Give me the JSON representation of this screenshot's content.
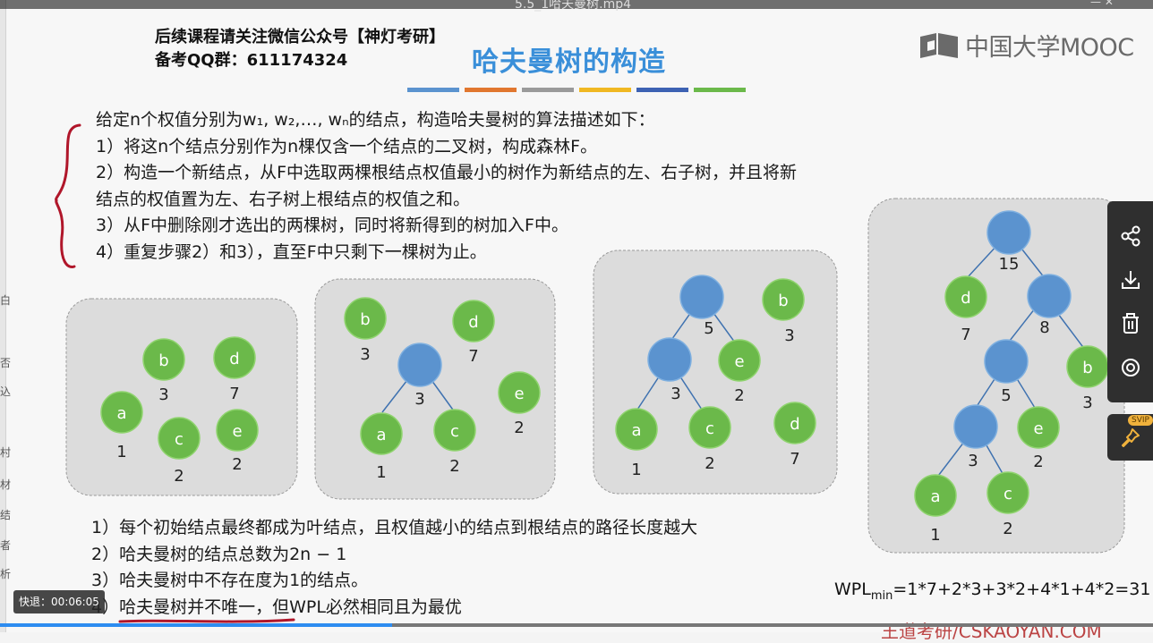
{
  "video": {
    "title": "5.5_1哈夫曼树.mp4",
    "speed_badge": "快退：00:06:05",
    "progress": 0.34
  },
  "header": {
    "notice_line1": "后续课程请关注微信公众号【神灯考研】",
    "notice_line2": "备考QQ群：611174324",
    "title": "哈夫曼树的构造",
    "logo_text": "中国大学MOOC"
  },
  "colors": {
    "title": "#3a8fd9",
    "leaf": "#6bb94a",
    "internal": "#5b93cf",
    "bars": [
      "#5b93cf",
      "#e1772f",
      "#9a9a9a",
      "#f0b822",
      "#3d62b3",
      "#6bb94a"
    ],
    "brace": "#b0162a"
  },
  "description": [
    "给定n个权值分别为w₁, w₂,…, wₙ的结点，构造哈夫曼树的算法描述如下：",
    "1）将这n个结点分别作为n棵仅含一个结点的二叉树，构成森林F。",
    "2）构造一个新结点，从F中选取两棵根结点权值最小的树作为新结点的左、右子树，并且将新",
    "结点的权值置为左、右子树上根结点的权值之和。",
    "3）从F中删除刚才选出的两棵树，同时将新得到的树加入F中。",
    "4）重复步骤2）和3），直至F中只剩下一棵树为止。"
  ],
  "notes": [
    "1）每个初始结点最终都成为叶结点，且权值越小的结点到根结点的路径长度越大",
    "2）哈夫曼树的结点总数为2n − 1",
    "3）哈夫曼树中不存在度为1的结点。",
    "4）哈夫曼树并不唯一，但WPL必然相同且为最优"
  ],
  "wpl": {
    "prefix": "WPL",
    "sub": "min",
    "formula": "=1*7+2*3+3*2+4*1+4*2=31"
  },
  "watermark": "王道考研/CSKAOYAN.COM",
  "panels": [
    {
      "nodes": [
        {
          "label": "b",
          "weight": "3",
          "leaf": true
        },
        {
          "label": "d",
          "weight": "7",
          "leaf": true
        },
        {
          "label": "a",
          "weight": "1",
          "leaf": true
        },
        {
          "label": "c",
          "weight": "2",
          "leaf": true
        },
        {
          "label": "e",
          "weight": "2",
          "leaf": true
        }
      ]
    },
    {
      "nodes": [
        {
          "label": "b",
          "weight": "3",
          "leaf": true
        },
        {
          "label": "d",
          "weight": "7",
          "leaf": true
        },
        {
          "label": "",
          "weight": "3",
          "leaf": false
        },
        {
          "label": "e",
          "weight": "2",
          "leaf": true
        },
        {
          "label": "a",
          "weight": "1",
          "leaf": true
        },
        {
          "label": "c",
          "weight": "2",
          "leaf": true
        }
      ]
    },
    {
      "nodes": [
        {
          "label": "",
          "weight": "5",
          "leaf": false
        },
        {
          "label": "b",
          "weight": "3",
          "leaf": true
        },
        {
          "label": "",
          "weight": "3",
          "leaf": false
        },
        {
          "label": "e",
          "weight": "2",
          "leaf": true
        },
        {
          "label": "a",
          "weight": "1",
          "leaf": true
        },
        {
          "label": "c",
          "weight": "2",
          "leaf": true
        },
        {
          "label": "d",
          "weight": "7",
          "leaf": true
        }
      ]
    },
    {
      "nodes": [
        {
          "label": "",
          "weight": "15",
          "leaf": false
        },
        {
          "label": "d",
          "weight": "7",
          "leaf": true
        },
        {
          "label": "",
          "weight": "8",
          "leaf": false
        },
        {
          "label": "",
          "weight": "5",
          "leaf": false
        },
        {
          "label": "b",
          "weight": "3",
          "leaf": true
        },
        {
          "label": "",
          "weight": "3",
          "leaf": false
        },
        {
          "label": "e",
          "weight": "2",
          "leaf": true
        },
        {
          "label": "a",
          "weight": "1",
          "leaf": true
        },
        {
          "label": "c",
          "weight": "2",
          "leaf": true
        }
      ]
    }
  ],
  "side_icons": [
    "share-icon",
    "download-icon",
    "delete-icon",
    "view-icon"
  ],
  "svip_label": "SVIP"
}
